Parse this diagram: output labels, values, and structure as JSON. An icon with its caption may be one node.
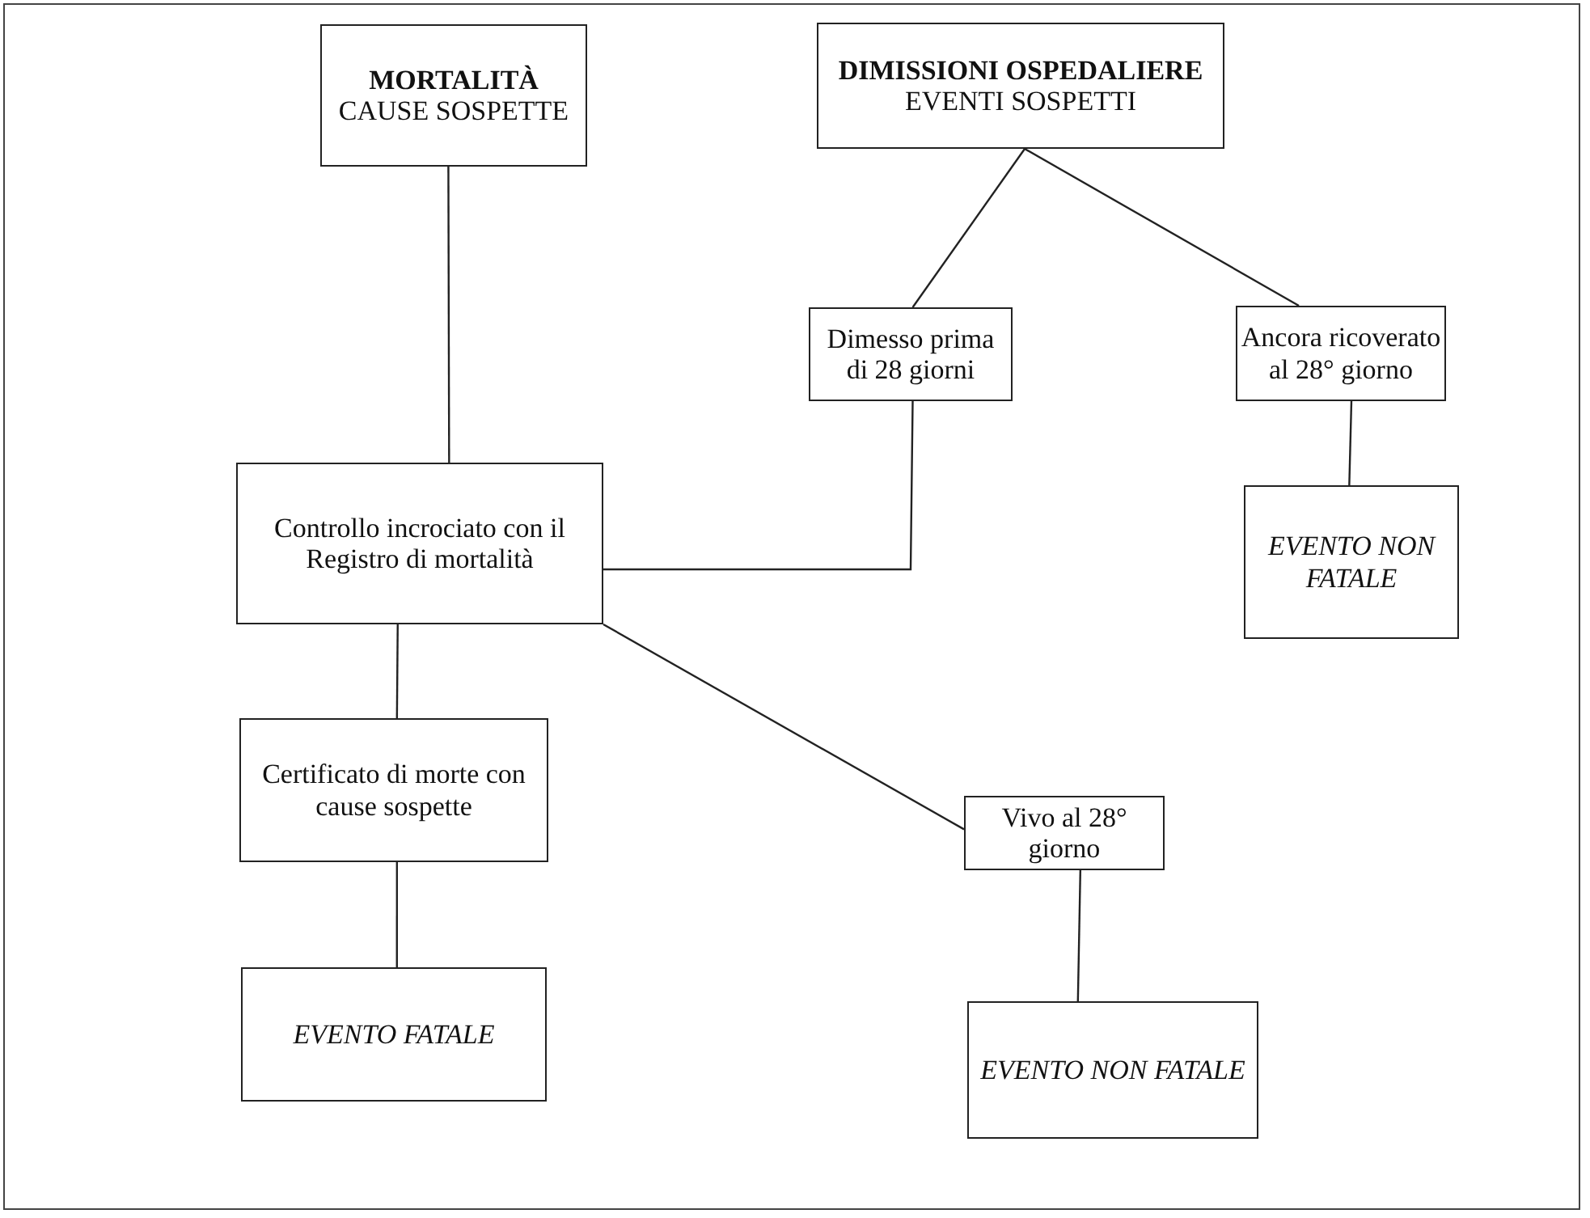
{
  "diagram": {
    "nodes": [
      {
        "text": [
          "MORTALITÀ",
          "CAUSE SOSPETTE"
        ]
      },
      {
        "text": [
          "DIMISSIONI OSPEDALIERE",
          "EVENTI SOSPETTI"
        ]
      },
      {
        "text": [
          "Dimesso prima di 28 giorni"
        ]
      },
      {
        "text": [
          "Ancora ricoverato al 28° giorno"
        ]
      },
      {
        "text": [
          "Controllo incrociato con il Registro di mortalità"
        ]
      },
      {
        "text": [
          "EVENTO NON FATALE"
        ]
      },
      {
        "text": [
          "Certificato di morte con cause sospette"
        ]
      },
      {
        "text": [
          "Vivo al 28° giorno"
        ]
      },
      {
        "text": [
          "EVENTO FATALE"
        ]
      },
      {
        "text": [
          "EVENTO NON FATALE"
        ]
      }
    ],
    "edges": [
      {
        "from": 0,
        "to": 4,
        "arrow": "none"
      },
      {
        "from": 1,
        "to": 2,
        "arrow": "none"
      },
      {
        "from": 1,
        "to": 3,
        "arrow": "none"
      },
      {
        "from": 2,
        "to": 4,
        "arrow": "none"
      },
      {
        "from": 3,
        "to": 5,
        "arrow": "none"
      },
      {
        "from": 4,
        "to": 6,
        "arrow": "none"
      },
      {
        "from": 4,
        "to": 7,
        "arrow": "none"
      },
      {
        "from": 6,
        "to": 8,
        "arrow": "none"
      },
      {
        "from": 7,
        "to": 9,
        "arrow": "none"
      }
    ]
  }
}
